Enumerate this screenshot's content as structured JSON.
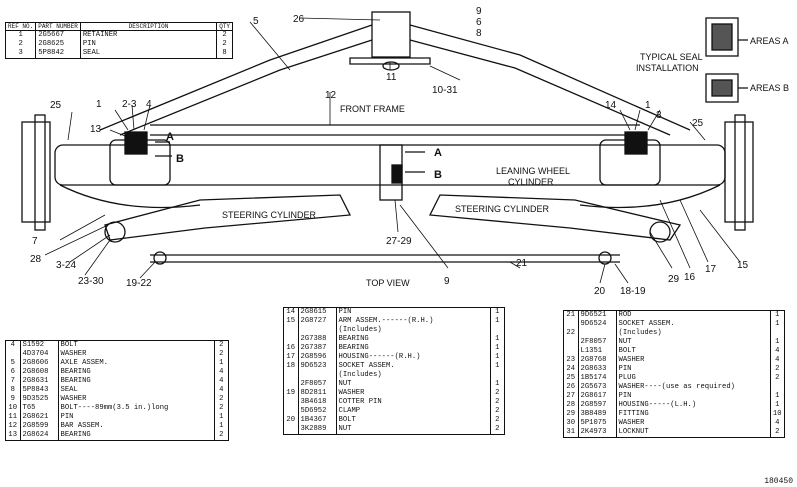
{
  "title_view": "TOP VIEW",
  "labels": {
    "front_frame": "FRONT FRAME",
    "leaning_wheel_cylinder_1": "LEANING WHEEL",
    "leaning_wheel_cylinder_2": "CYLINDER",
    "steering_cylinder_left": "STEERING CYLINDER",
    "steering_cylinder_right": "STEERING CYLINDER",
    "typical_seal_1": "TYPICAL SEAL",
    "typical_seal_2": "INSTALLATION",
    "areas_a": "AREAS A",
    "areas_b": "AREAS B",
    "sec_a_left": "A",
    "sec_b_left": "B",
    "sec_a_right": "A",
    "sec_b_right": "B"
  },
  "callouts": {
    "c26": "26",
    "c9a": "9",
    "c6": "6",
    "c8": "8",
    "c5": "5",
    "c11": "11",
    "c1031": "10-31",
    "c12": "12",
    "c1": "1",
    "c23": "2-3",
    "c4": "4",
    "c13": "13",
    "c25l": "25",
    "c14": "14",
    "c1r": "1",
    "c3r": "3",
    "c25r": "25",
    "c7": "7",
    "c28": "28",
    "c324": "3-24",
    "c2330": "23-30",
    "c1922": "19-22",
    "c2729": "27-29",
    "c9b": "9",
    "c21": "21",
    "c20": "20",
    "c1819": "18-19",
    "c29": "29",
    "c16": "16",
    "c17": "17",
    "c15": "15"
  },
  "table_top": {
    "headers": [
      "REF NO.",
      "PART NUMBER",
      "DESCRIPTION",
      "QTY"
    ],
    "rows": [
      [
        "1",
        "2G5667",
        "RETAINER",
        "2"
      ],
      [
        "2",
        "2G8625",
        "PIN",
        "2"
      ],
      [
        "3",
        "5P8842",
        "SEAL",
        "8"
      ]
    ]
  },
  "table_left": {
    "rows": [
      [
        "4",
        "S1592",
        "BOLT",
        "2"
      ],
      [
        "",
        "4D3704",
        "WASHER",
        "2"
      ],
      [
        "5",
        "2G8606",
        "AXLE ASSEM.",
        "1"
      ],
      [
        "6",
        "2G8608",
        "BEARING",
        "4"
      ],
      [
        "7",
        "2G8631",
        "BEARING",
        "4"
      ],
      [
        "8",
        "5P8843",
        "SEAL",
        "4"
      ],
      [
        "9",
        "9D3525",
        "WASHER",
        "2"
      ],
      [
        "10",
        "T65",
        "BOLT----89mm(3.5 in.)long",
        "2"
      ],
      [
        "11",
        "2G8621",
        "PIN",
        "1"
      ],
      [
        "12",
        "2G8599",
        "BAR ASSEM.",
        "1"
      ],
      [
        "13",
        "2G8624",
        "BEARING",
        "2"
      ]
    ]
  },
  "table_middle": {
    "rows": [
      [
        "14",
        "2G8615",
        "PIN",
        "1"
      ],
      [
        "15",
        "2G8727",
        "ARM ASSEM.------(R.H.)",
        "1"
      ],
      [
        "",
        "",
        "(Includes)",
        ""
      ],
      [
        "",
        "2G7388",
        "BEARING",
        "1"
      ],
      [
        "16",
        "2G7387",
        "BEARING",
        "1"
      ],
      [
        "17",
        "2G8596",
        "HOUSING------(R.H.)",
        "1"
      ],
      [
        "18",
        "9D6523",
        "SOCKET ASSEM.",
        "1"
      ],
      [
        "",
        "",
        "(Includes)",
        ""
      ],
      [
        "",
        "2F8057",
        "NUT",
        "1"
      ],
      [
        "19",
        "8D2811",
        "WASHER",
        "2"
      ],
      [
        "",
        "3B4618",
        "COTTER PIN",
        "2"
      ],
      [
        "",
        "5D6952",
        "CLAMP",
        "2"
      ],
      [
        "20",
        "1B4367",
        "BOLT",
        "2"
      ],
      [
        "",
        "3K2889",
        "NUT",
        "2"
      ]
    ]
  },
  "table_right": {
    "rows": [
      [
        "21",
        "9D6521",
        "ROD",
        "1"
      ],
      [
        "",
        "9D6524",
        "SOCKET ASSEM.",
        "1"
      ],
      [
        "22",
        "",
        "(Includes)",
        ""
      ],
      [
        "",
        "2F8057",
        "NUT",
        "1"
      ],
      [
        "",
        "L1351",
        "BOLT",
        "4"
      ],
      [
        "23",
        "2G8768",
        "WASHER",
        "4"
      ],
      [
        "24",
        "2G8633",
        "PIN",
        "2"
      ],
      [
        "25",
        "1B5174",
        "PLUG",
        "2"
      ],
      [
        "26",
        "2G5673",
        "WASHER----(use as required)",
        ""
      ],
      [
        "27",
        "2G8617",
        "PIN",
        "1"
      ],
      [
        "28",
        "2G8597",
        "HOUSING-----(L.H.)",
        "1"
      ],
      [
        "29",
        "3B8489",
        "FITTING",
        "10"
      ],
      [
        "30",
        "5P1075",
        "WASHER",
        "4"
      ],
      [
        "31",
        "2K4973",
        "LOCKNUT",
        "2"
      ]
    ]
  },
  "doc_number": "180450"
}
